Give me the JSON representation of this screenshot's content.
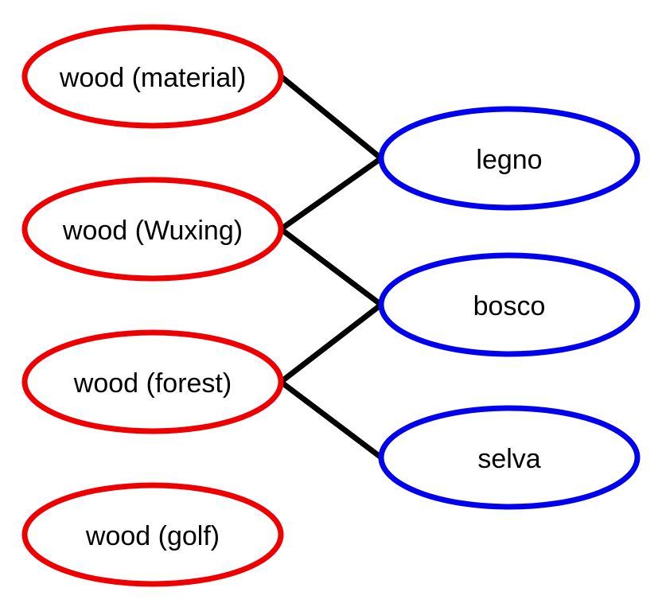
{
  "colors": {
    "left_stroke": "#ee0000",
    "right_stroke": "#0000ee",
    "edge": "#000000",
    "background": "#ffffff"
  },
  "left_nodes": [
    {
      "id": "wood-material",
      "label": "wood (material)"
    },
    {
      "id": "wood-wuxing",
      "label": "wood (Wuxing)"
    },
    {
      "id": "wood-forest",
      "label": "wood (forest)"
    },
    {
      "id": "wood-golf",
      "label": "wood (golf)"
    }
  ],
  "right_nodes": [
    {
      "id": "legno",
      "label": "legno"
    },
    {
      "id": "bosco",
      "label": "bosco"
    },
    {
      "id": "selva",
      "label": "selva"
    }
  ],
  "edges": [
    {
      "from": "wood-material",
      "to": "legno"
    },
    {
      "from": "wood-wuxing",
      "to": "legno"
    },
    {
      "from": "wood-wuxing",
      "to": "bosco"
    },
    {
      "from": "wood-forest",
      "to": "bosco"
    },
    {
      "from": "wood-forest",
      "to": "selva"
    }
  ]
}
